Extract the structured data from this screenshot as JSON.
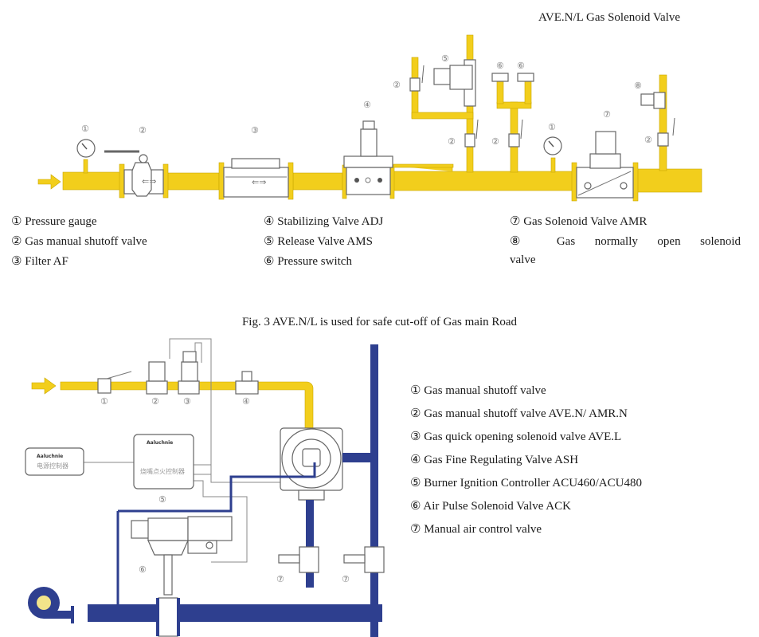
{
  "figure1": {
    "title": "AVE.N/L Gas Solenoid Valve",
    "component_markers": [
      "①",
      "②",
      "③",
      "④",
      "⑤",
      "②",
      "⑥",
      "⑥",
      "②",
      "②",
      "①",
      "⑦",
      "⑧",
      "②"
    ],
    "legend": [
      {
        "num": "①",
        "text": "Pressure gauge"
      },
      {
        "num": "②",
        "text": "Gas manual shutoff valve"
      },
      {
        "num": "③",
        "text": "Filter AF"
      },
      {
        "num": "④",
        "text": "Stabilizing Valve ADJ"
      },
      {
        "num": "⑤",
        "text": "Release Valve AMS"
      },
      {
        "num": "⑥",
        "text": "Pressure switch"
      },
      {
        "num": "⑦",
        "text": "Gas Solenoid Valve AMR"
      },
      {
        "num": "⑧",
        "text": "Gas normally open solenoid"
      },
      {
        "num": "",
        "text": "valve"
      }
    ],
    "caption": "Fig. 3 AVE.N/L is used for safe cut-off of Gas main Road"
  },
  "figure2": {
    "component_markers": [
      "①",
      "②",
      "③",
      "④",
      "⑤",
      "⑥",
      "⑦",
      "⑦"
    ],
    "controller_brand": "Aaluchnie",
    "power_controller_label": "电源控制器",
    "ignition_controller_label": "烧嘴点火控制器",
    "legend": [
      {
        "num": "①",
        "text": "Gas manual shutoff valve"
      },
      {
        "num": "②",
        "text": "Gas manual shutoff valve AVE.N/ AMR.N"
      },
      {
        "num": "③",
        "text": "Gas quick opening solenoid valve AVE.L"
      },
      {
        "num": "④",
        "text": "Gas Fine Regulating Valve ASH"
      },
      {
        "num": "⑤",
        "text": "Burner Ignition Controller ACU460/ACU480"
      },
      {
        "num": "⑥",
        "text": "Air Pulse Solenoid Valve ACK"
      },
      {
        "num": "⑦",
        "text": "Manual air control valve"
      }
    ]
  },
  "colors": {
    "gas_pipe": "#F2CE1C",
    "air_pipe": "#2E3F8F",
    "outline": "#6b6b6b"
  }
}
